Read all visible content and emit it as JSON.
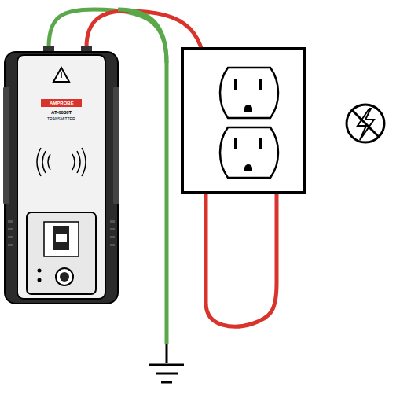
{
  "diagram": {
    "labels": [
      "AMPROBE",
      "AT-6030T",
      "TRANSMITTER"
    ]
  }
}
